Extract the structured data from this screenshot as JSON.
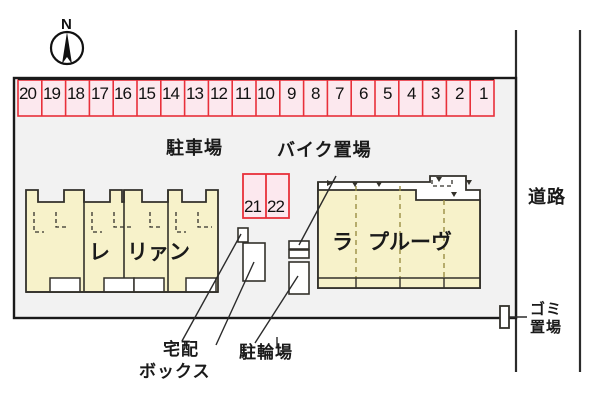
{
  "site_plan": {
    "compass": {
      "label": "N",
      "icon": "compass-north-icon"
    },
    "road_label": "道路",
    "parking_area_label": "駐車場",
    "bike_area_label": "バイク置場",
    "delivery_box_label_line1": "宅配",
    "delivery_box_label_line2": "ボックス",
    "bicycle_parking_label": "駐輪場",
    "garbage_label_line1": "ゴミ",
    "garbage_label_line2": "置場",
    "car_stalls": [
      "20",
      "19",
      "18",
      "17",
      "16",
      "15",
      "14",
      "13",
      "12",
      "11",
      "10",
      "9",
      "8",
      "7",
      "6",
      "5",
      "4",
      "3",
      "2",
      "1"
    ],
    "bike_stalls": [
      "21",
      "22"
    ],
    "buildings": [
      {
        "name": "building-le-lien",
        "label_parts": [
          "レ",
          "リァン"
        ]
      },
      {
        "name": "building-la-preuve",
        "label_parts": [
          "ラ",
          "プルーヴ"
        ]
      }
    ],
    "colors": {
      "stall_fill": "#fce8ee",
      "stall_stroke": "#e8303a",
      "building_fill": "#f7f2ca",
      "building_stroke": "#33312b",
      "site_fill": "#f2f2f2",
      "site_stroke": "#1a1a1a",
      "line": "#2b2b2b"
    }
  }
}
